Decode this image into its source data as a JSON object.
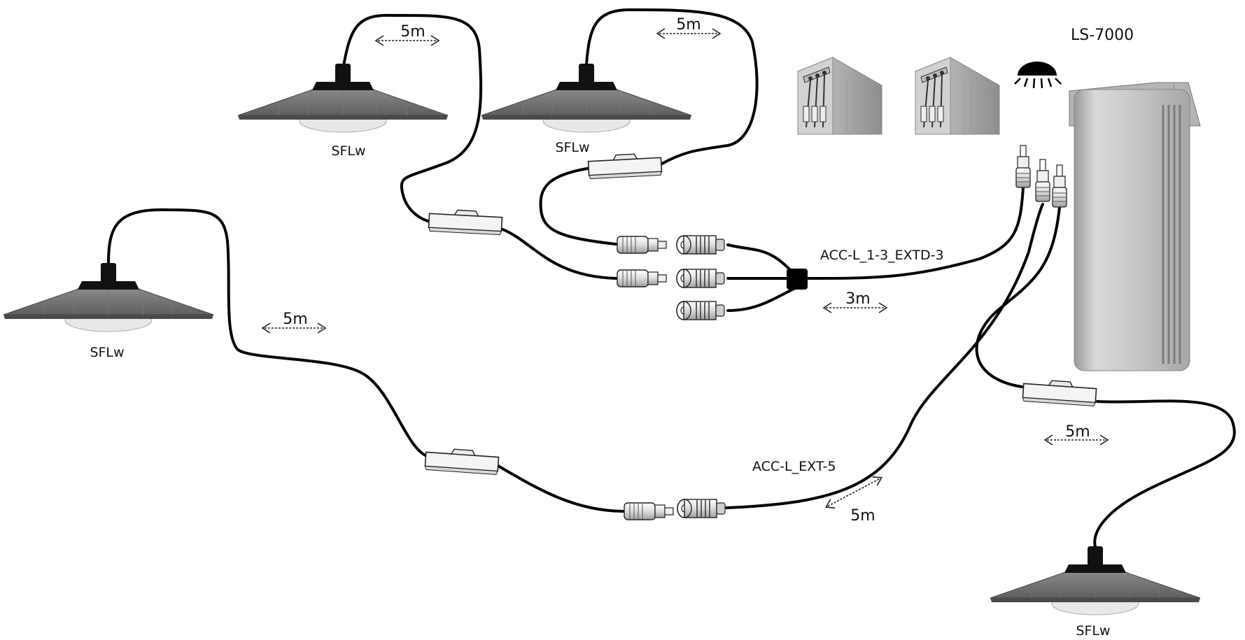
{
  "diagram": {
    "device_label": "LS-7000",
    "lamp_label": "SFLw",
    "cable_labels": {
      "extd3": "ACC-L_1-3_EXTD-3",
      "ext5": "ACC-L_EXT-5"
    },
    "dimensions": {
      "lamp1": "5m",
      "lamp2": "5m",
      "lamp3": "5m",
      "splitter": "3m",
      "extension": "5m",
      "lamp4": "5m"
    }
  }
}
